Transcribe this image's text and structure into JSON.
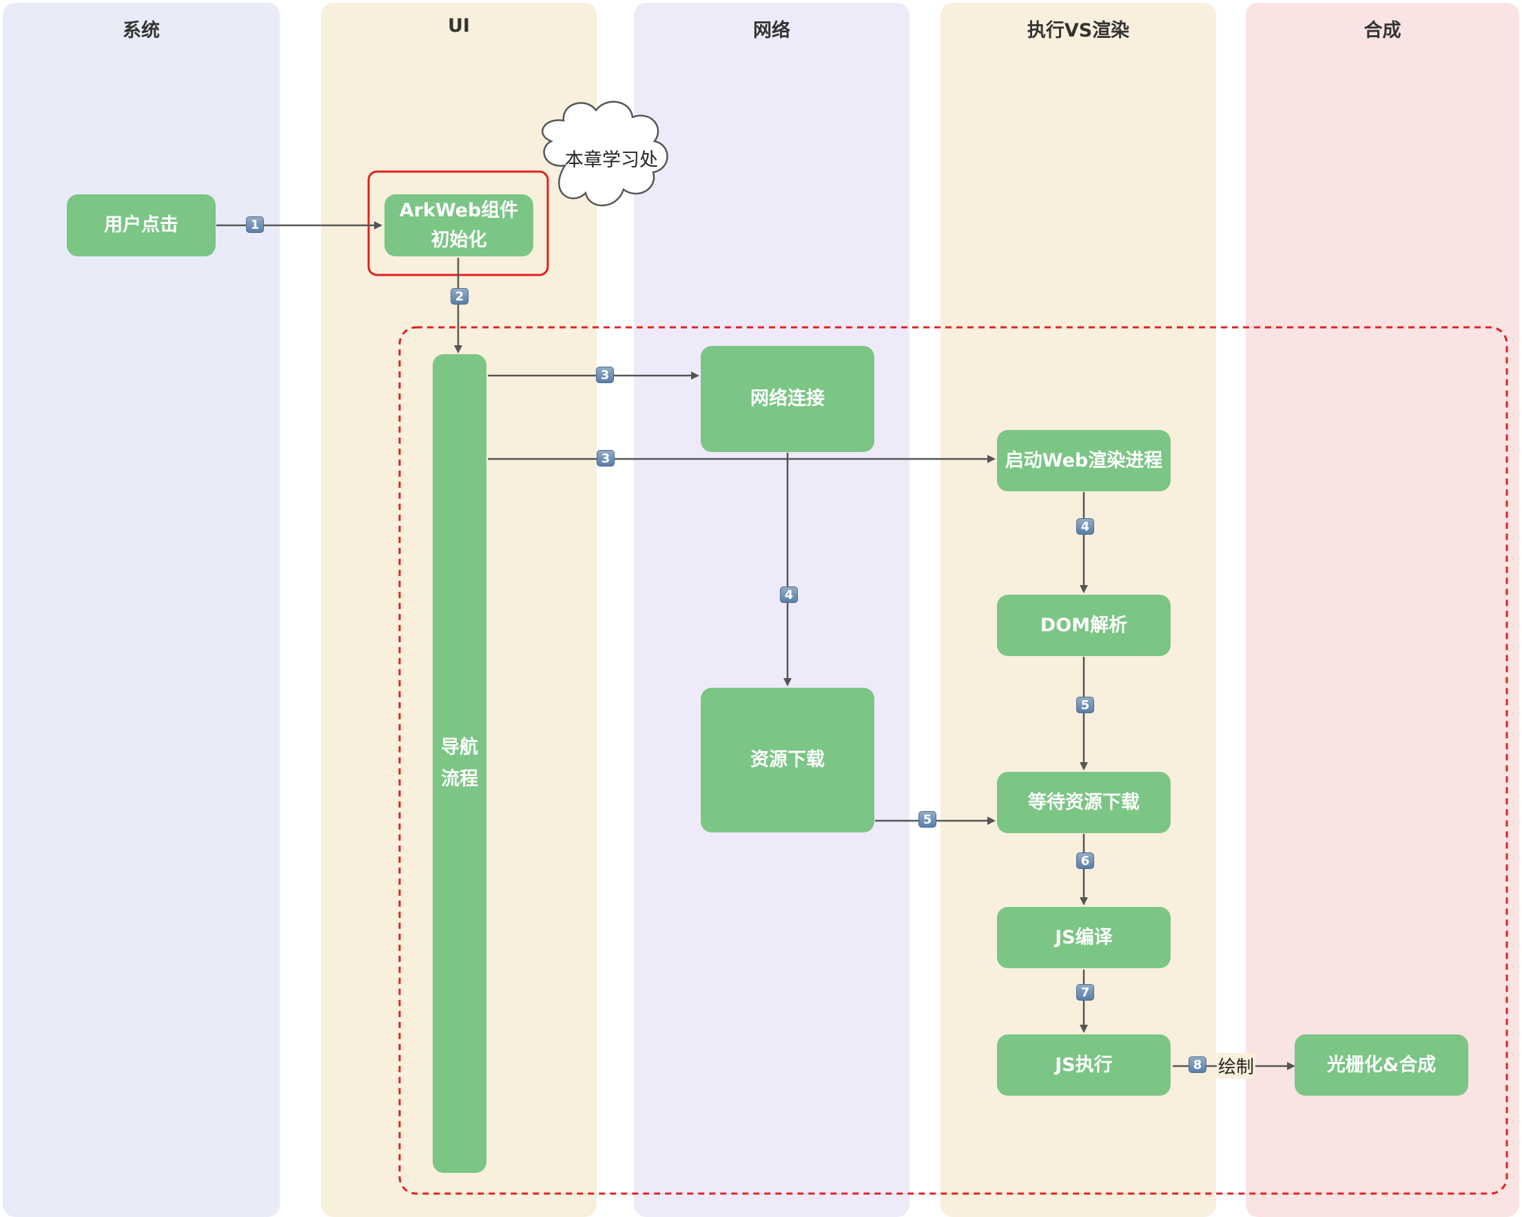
{
  "lanes": [
    {
      "title": "系统",
      "color": "#e9ecf8"
    },
    {
      "title": "UI",
      "color": "#f8efdc"
    },
    {
      "title": "网络",
      "color": "#efeafa"
    },
    {
      "title": "执行VS渲染",
      "color": "#f8efdc"
    },
    {
      "title": "合成",
      "color": "#fae3e3"
    }
  ],
  "nodes": {
    "user_click": "用户点击",
    "arkweb_init_line1": "ArkWeb组件",
    "arkweb_init_line2": "初始化",
    "navigation_line1": "导航",
    "navigation_line2": "流程",
    "network_connect": "网络连接",
    "resource_download": "资源下载",
    "start_render_process": "启动Web渲染进程",
    "dom_parse": "DOM解析",
    "wait_resource": "等待资源下载",
    "js_compile": "JS编译",
    "js_execute": "JS执行",
    "raster_composite": "光栅化&合成"
  },
  "badges": {
    "b1": "1",
    "b2": "2",
    "b3a": "3",
    "b3b": "3",
    "b4a": "4",
    "b4b": "4",
    "b5a": "5",
    "b5b": "5",
    "b6": "6",
    "b7": "7",
    "b8": "8"
  },
  "edge_labels": {
    "draw": "绘制"
  },
  "callout": {
    "text": "本章学习处"
  },
  "colors": {
    "node_green": "#7bc585",
    "highlight_red": "#e02020",
    "arrow": "#555555"
  }
}
